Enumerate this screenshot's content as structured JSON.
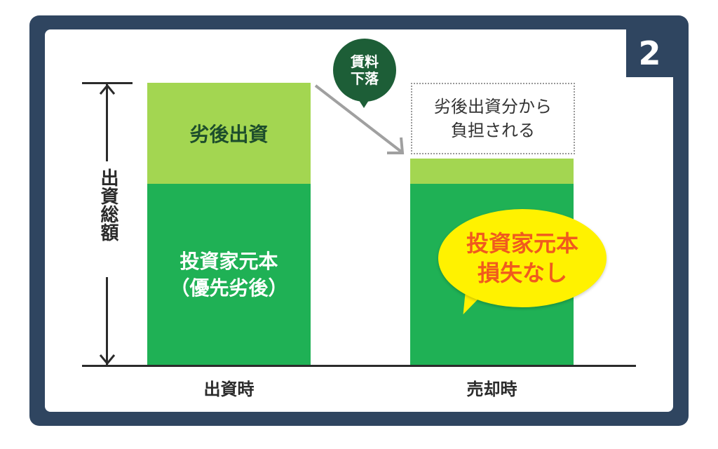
{
  "badge_number": "2",
  "axis_label": "出資総額",
  "categories": [
    "出資時",
    "売却時"
  ],
  "left_bar": {
    "subordinate_label": "劣後出資",
    "principal_label_1": "投資家元本",
    "principal_label_2": "（優先劣後）"
  },
  "rent_bubble": {
    "line1": "賃料",
    "line2": "下落"
  },
  "note_box": {
    "line1": "劣後出資分から",
    "line2": "負担される"
  },
  "callout": {
    "line1": "投資家元本",
    "line2": "損失なし"
  },
  "colors": {
    "frame": "#2f4560",
    "subordinate": "#a3d651",
    "principal": "#1fb155",
    "rent_bubble": "#1d5e37",
    "callout_bg": "#fff200",
    "callout_text": "#f05a1e"
  }
}
